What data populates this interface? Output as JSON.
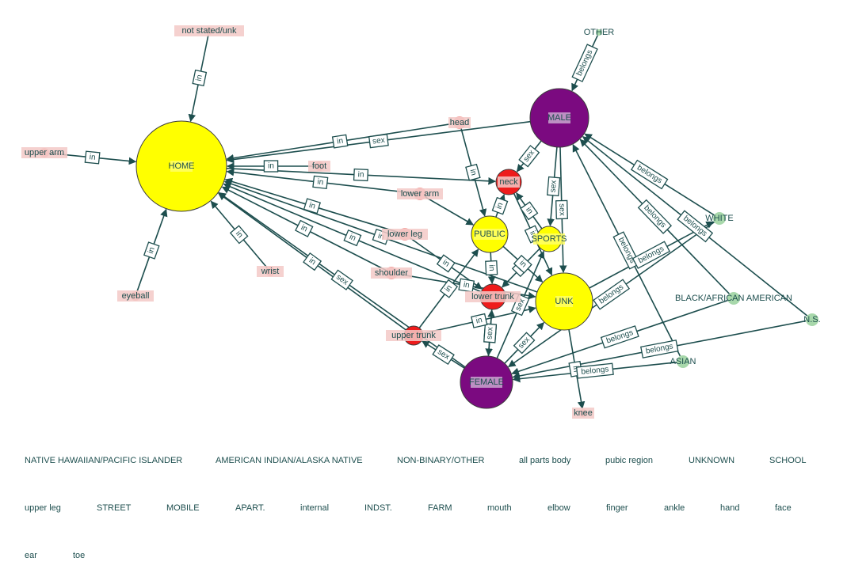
{
  "colors": {
    "edge": "#1d4e4e",
    "text": "#1d4e4e",
    "place": "#ffff00",
    "place_stroke": "#3c3c3c",
    "sex": "#7b0a80",
    "sex_text": "#e4c6ea",
    "body_part_minor": "#f4a9a5",
    "body_part_major": "#ee1c1c",
    "race": "#a8d8ab",
    "label_bg_part": "#f3c9c7",
    "label_bg_place": "#ffff66",
    "label_bg_sex": "#c9a7cf"
  },
  "nodes": [
    {
      "id": "home",
      "label": "HOME",
      "kind": "place"
    },
    {
      "id": "male",
      "label": "MALE",
      "kind": "sex"
    },
    {
      "id": "female",
      "label": "FEMALE",
      "kind": "sex"
    },
    {
      "id": "unk",
      "label": "UNK",
      "kind": "place"
    },
    {
      "id": "public",
      "label": "PUBLIC",
      "kind": "place"
    },
    {
      "id": "sports",
      "label": "SPORTS",
      "kind": "place"
    },
    {
      "id": "neck",
      "label": "neck",
      "kind": "part_major"
    },
    {
      "id": "lowertrunk",
      "label": "lower trunk",
      "kind": "part_major"
    },
    {
      "id": "uppertrunk",
      "label": "upper trunk",
      "kind": "part_major"
    },
    {
      "id": "head",
      "label": "head",
      "kind": "part"
    },
    {
      "id": "foot",
      "label": "foot",
      "kind": "part"
    },
    {
      "id": "lowerarm",
      "label": "lower arm",
      "kind": "part"
    },
    {
      "id": "lowerleg",
      "label": "lower leg",
      "kind": "part"
    },
    {
      "id": "shoulder",
      "label": "shoulder",
      "kind": "part"
    },
    {
      "id": "wrist",
      "label": "wrist",
      "kind": "part"
    },
    {
      "id": "eyeball",
      "label": "eyeball",
      "kind": "part"
    },
    {
      "id": "upperarm",
      "label": "upper arm",
      "kind": "part"
    },
    {
      "id": "notstated",
      "label": "not stated/unk",
      "kind": "part"
    },
    {
      "id": "knee",
      "label": "knee",
      "kind": "part"
    },
    {
      "id": "other",
      "label": "OTHER",
      "kind": "race"
    },
    {
      "id": "white",
      "label": "WHITE",
      "kind": "race"
    },
    {
      "id": "black",
      "label": "BLACK/AFRICAN AMERICAN",
      "kind": "race"
    },
    {
      "id": "ns",
      "label": "N.S.",
      "kind": "race"
    },
    {
      "id": "asian",
      "label": "ASIAN",
      "kind": "race"
    }
  ],
  "edges": [
    {
      "from": "notstated",
      "to": "home",
      "label": "in"
    },
    {
      "from": "upperarm",
      "to": "home",
      "label": "in"
    },
    {
      "from": "eyeball",
      "to": "home",
      "label": "in"
    },
    {
      "from": "wrist",
      "to": "home",
      "label": "in"
    },
    {
      "from": "head",
      "to": "home",
      "label": "in"
    },
    {
      "from": "male",
      "to": "home",
      "label": "sex"
    },
    {
      "from": "foot",
      "to": "home",
      "label": "in"
    },
    {
      "from": "home",
      "to": "neck",
      "label": "in"
    },
    {
      "from": "lowerarm",
      "to": "home",
      "label": "in"
    },
    {
      "from": "lowerleg",
      "to": "home",
      "label": "in"
    },
    {
      "from": "shoulder",
      "to": "home",
      "label": "in"
    },
    {
      "from": "uppertrunk",
      "to": "home",
      "label": "in"
    },
    {
      "from": "female",
      "to": "home",
      "label": "sex"
    },
    {
      "from": "lowertrunk",
      "to": "home",
      "label": "in"
    },
    {
      "from": "unk",
      "to": "home",
      "label": "in"
    },
    {
      "from": "other",
      "to": "male",
      "label": "belongs"
    },
    {
      "from": "male",
      "to": "neck",
      "label": "sex"
    },
    {
      "from": "male",
      "to": "sports",
      "label": "sex"
    },
    {
      "from": "male",
      "to": "unk",
      "label": "sex"
    },
    {
      "from": "white",
      "to": "male",
      "label": "belongs"
    },
    {
      "from": "black",
      "to": "male",
      "label": "belongs"
    },
    {
      "from": "ns",
      "to": "male",
      "label": "belongs"
    },
    {
      "from": "asian",
      "to": "male",
      "label": "belongs"
    },
    {
      "from": "head",
      "to": "public",
      "label": "in"
    },
    {
      "from": "lowerarm",
      "to": "public",
      "label": ""
    },
    {
      "from": "public",
      "to": "neck",
      "label": "in"
    },
    {
      "from": "public",
      "to": "lowertrunk",
      "label": "in"
    },
    {
      "from": "sports",
      "to": "neck",
      "label": "in"
    },
    {
      "from": "neck",
      "to": "unk",
      "label": "in"
    },
    {
      "from": "sports",
      "to": "lowertrunk",
      "label": "in"
    },
    {
      "from": "lowerleg",
      "to": "lowertrunk",
      "label": "in"
    },
    {
      "from": "shoulder",
      "to": "unk",
      "label": "in"
    },
    {
      "from": "uppertrunk",
      "to": "public",
      "label": "in"
    },
    {
      "from": "public",
      "to": "unk",
      "label": "in"
    },
    {
      "from": "lowertrunk",
      "to": "female",
      "label": "in"
    },
    {
      "from": "female",
      "to": "uppertrunk",
      "label": "sex"
    },
    {
      "from": "female",
      "to": "lowertrunk",
      "label": "sex"
    },
    {
      "from": "female",
      "to": "sports",
      "label": "sex"
    },
    {
      "from": "female",
      "to": "unk",
      "label": "sex"
    },
    {
      "from": "uppertrunk",
      "to": "unk",
      "label": "in"
    },
    {
      "from": "unk",
      "to": "knee",
      "label": "in"
    },
    {
      "from": "white",
      "to": "female",
      "label": "belongs"
    },
    {
      "from": "black",
      "to": "female",
      "label": "belongs"
    },
    {
      "from": "ns",
      "to": "female",
      "label": "belongs"
    },
    {
      "from": "asian",
      "to": "female",
      "label": "belongs"
    },
    {
      "from": "unk",
      "to": "white",
      "label": "belongs"
    }
  ],
  "legend": [
    [
      "NATIVE HAWAIIAN/PACIFIC ISLANDER",
      "AMERICAN INDIAN/ALASKA NATIVE",
      "NON-BINARY/OTHER",
      "all parts body",
      "pubic region",
      "UNKNOWN",
      "SCHOOL"
    ],
    [
      "upper leg",
      "STREET",
      "MOBILE",
      "APART.",
      "internal",
      "INDST.",
      "FARM",
      "mouth",
      "elbow",
      "finger",
      "ankle",
      "hand",
      "face"
    ],
    [
      "ear",
      "toe"
    ]
  ]
}
